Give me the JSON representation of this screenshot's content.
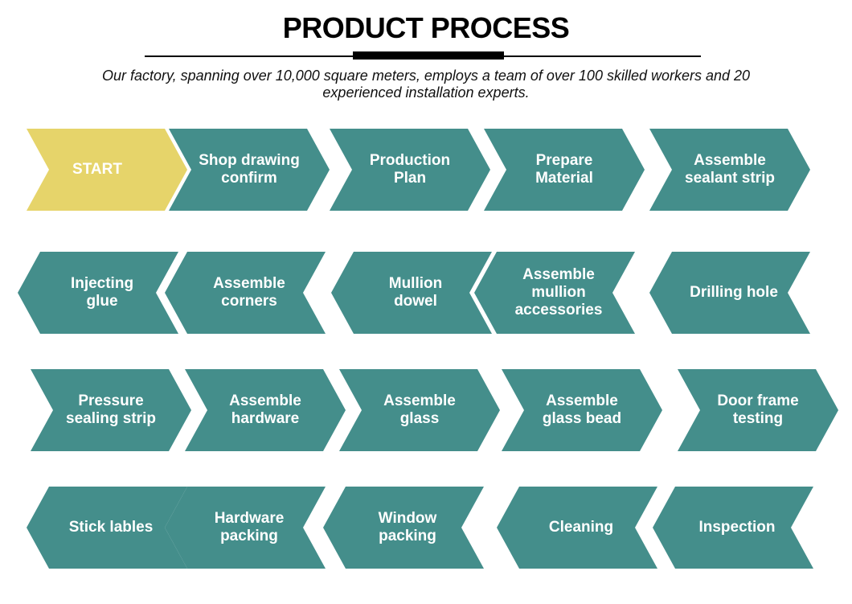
{
  "header": {
    "title": "PRODUCT PROCESS",
    "subtitle": "Our factory, spanning over 10,000 square meters, employs a team of over 100 skilled workers and 20 experienced installation experts."
  },
  "colors": {
    "start": "#E6D46A",
    "step": "#448E8B",
    "text": "#FFFFFF"
  },
  "rows": [
    {
      "direction": "right",
      "steps": [
        "START",
        "Shop drawing\nconfirm",
        "Production Plan",
        "Prepare Material",
        "Assemble\nsealant strip"
      ]
    },
    {
      "direction": "left",
      "steps": [
        "Injecting\nglue",
        "Assemble\ncorners",
        "Mullion\ndowel",
        "Assemble\nmullion\naccessories",
        "Drilling hole"
      ]
    },
    {
      "direction": "right",
      "steps": [
        "Pressure\nsealing strip",
        "Assemble\nhardware",
        "Assemble glass",
        "Assemble\nglass bead",
        "Door frame\ntesting"
      ]
    },
    {
      "direction": "left",
      "steps": [
        "Stick lables",
        "Hardware\npacking",
        "Window\npacking",
        "Cleaning",
        "Inspection"
      ]
    }
  ]
}
